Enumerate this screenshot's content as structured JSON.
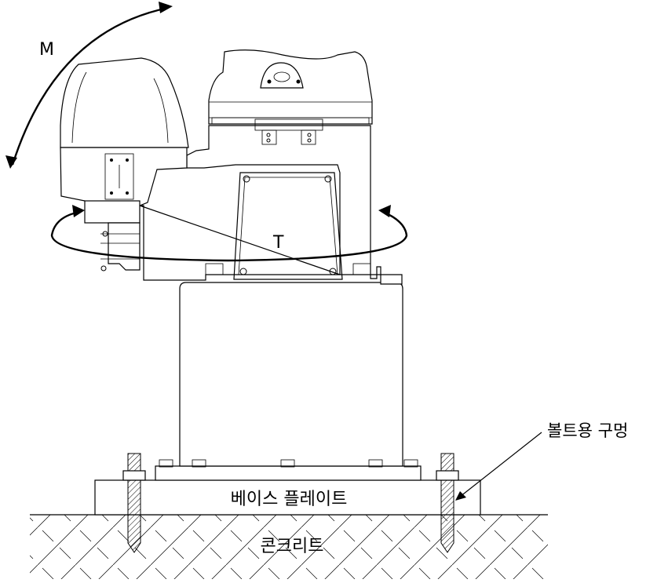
{
  "labels": {
    "moment": "M",
    "torque": "T",
    "bolt_hole": "볼트용 구멍",
    "base_plate": "베이스 플레이트",
    "concrete": "콘크리트"
  }
}
